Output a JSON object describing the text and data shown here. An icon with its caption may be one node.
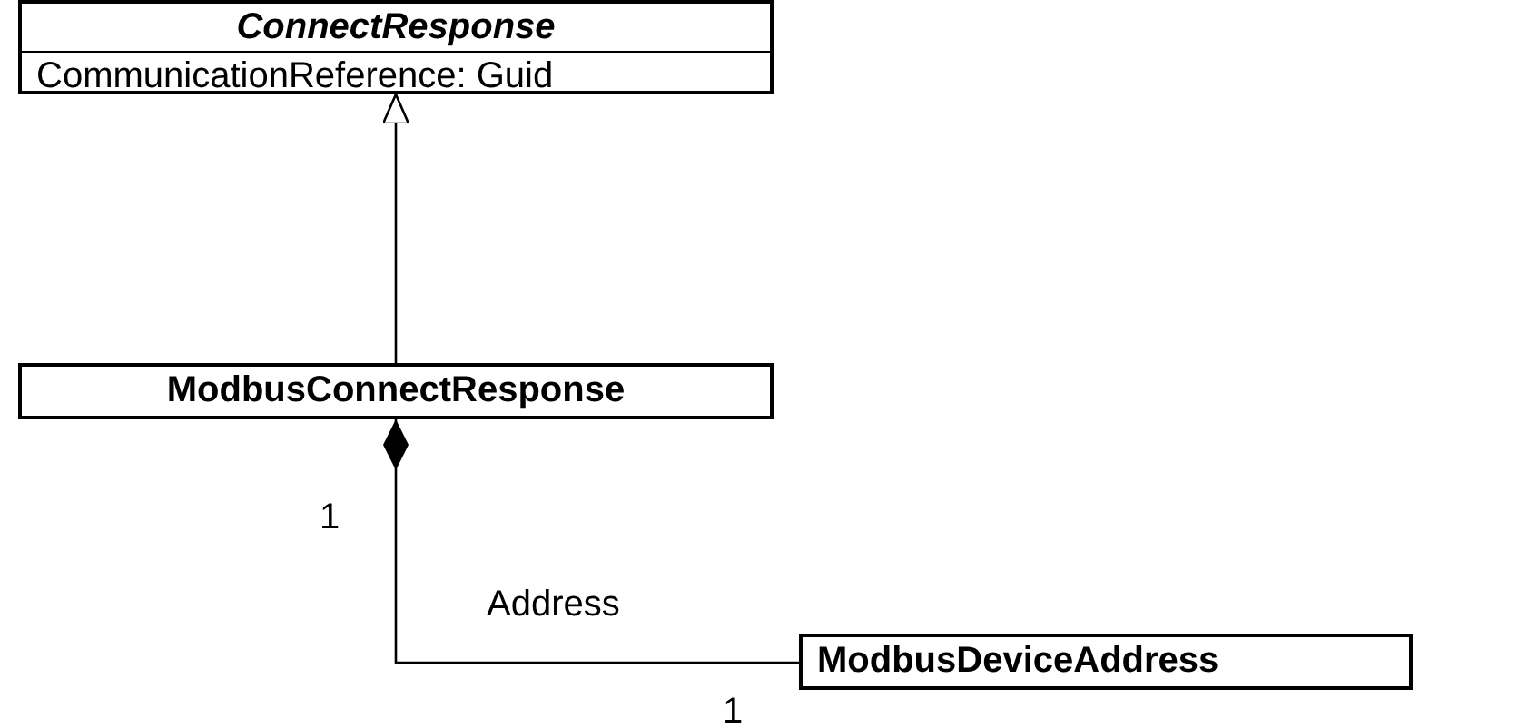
{
  "diagram": {
    "nodes": [
      {
        "text": [
          "ConnectResponse",
          "CommunicationReference: Guid"
        ]
      },
      {
        "text": [
          "ModbusConnectResponse"
        ]
      },
      {
        "text": [
          "ModbusDeviceAddress"
        ]
      }
    ],
    "edges": [
      {
        "from": 1,
        "to": 0,
        "arrow": "to"
      },
      {
        "from": 1,
        "to": 2,
        "arrow": "other",
        "label": "Address"
      }
    ],
    "labels": [
      "1",
      "1"
    ]
  }
}
